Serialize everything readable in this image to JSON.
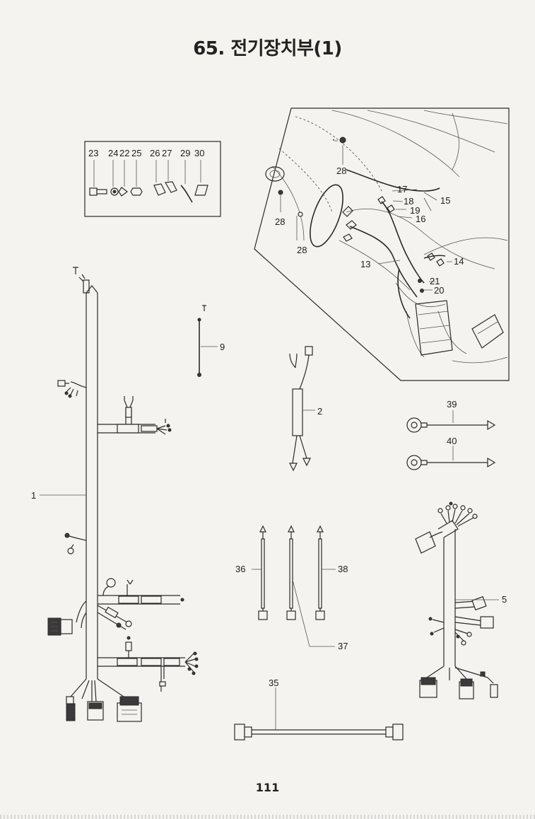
{
  "page": {
    "title": "65. 전기장치부(1)",
    "page_number": "111"
  },
  "part_labels": {
    "p1": "1",
    "p2": "2",
    "p5": "5",
    "p9": "9",
    "p13": "13",
    "p14": "14",
    "p15": "15",
    "p16": "16",
    "p17": "17",
    "p18": "18",
    "p19": "19",
    "p20": "20",
    "p21": "21",
    "p22": "22",
    "p23": "23",
    "p24": "24",
    "p25": "25",
    "p26": "26",
    "p27": "27",
    "p28a": "28",
    "p28b": "28",
    "p28c": "28",
    "p29": "29",
    "p30": "30",
    "p35": "35",
    "p36": "36",
    "p37": "37",
    "p38": "38",
    "p39": "39",
    "p40": "40"
  },
  "colors": {
    "paper": "#f4f3ef",
    "ink": "#2a2a2a"
  }
}
